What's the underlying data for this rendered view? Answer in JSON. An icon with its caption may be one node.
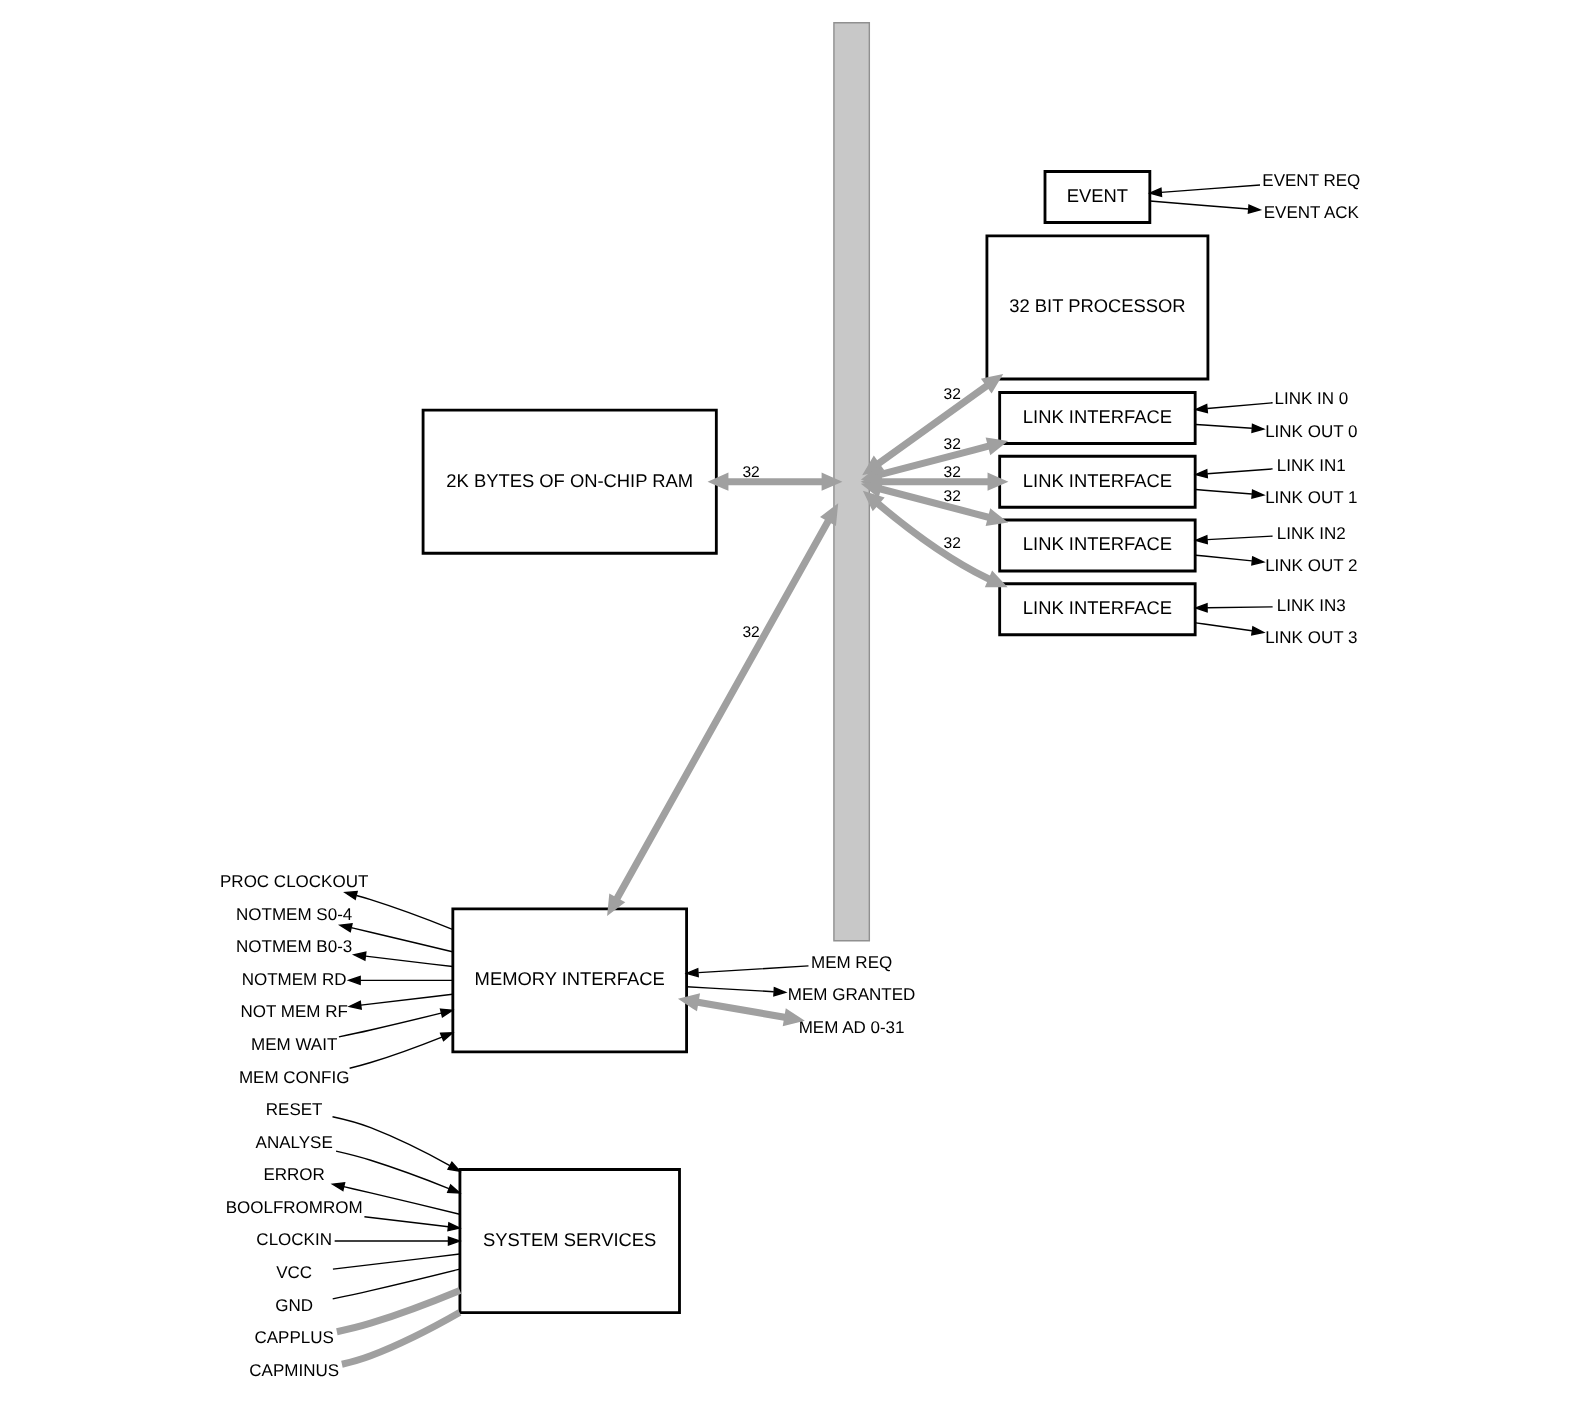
{
  "diagram": {
    "nodes": [
      {
        "text": [
          "SYSTEM SERVICES"
        ]
      },
      {
        "text": [
          "32 BIT PROCESSOR"
        ]
      },
      {
        "text": [
          "2K BYTES OF ON-CHIP RAM"
        ]
      },
      {
        "text": [
          "LINK INTERFACE"
        ]
      },
      {
        "text": [
          "LINK INTERFACE"
        ]
      },
      {
        "text": [
          "LINK INTERFACE"
        ]
      },
      {
        "text": [
          "LINK INTERFACE"
        ]
      },
      {
        "text": [
          "EVENT"
        ]
      },
      {
        "text": [
          "MEMORY INTERFACE"
        ]
      },
      {
        "text": [],
        "shape": "bar"
      },
      {
        "text": [
          "RESET"
        ]
      },
      {
        "text": [
          "ANALYSE"
        ]
      },
      {
        "text": [
          "ERROR"
        ]
      },
      {
        "text": [
          "BOOLFROMROM"
        ]
      },
      {
        "text": [
          "CLOCKIN"
        ]
      },
      {
        "text": [
          "VCC"
        ]
      },
      {
        "text": [
          "GND"
        ]
      },
      {
        "text": [
          "CAPPLUS"
        ]
      },
      {
        "text": [
          "CAPMINUS"
        ]
      },
      {
        "text": [
          "LINK IN 0"
        ]
      },
      {
        "text": [
          "LINK OUT 0"
        ]
      },
      {
        "text": [
          "LINK IN1"
        ]
      },
      {
        "text": [
          "LINK OUT 1"
        ]
      },
      {
        "text": [
          "LINK IN2"
        ]
      },
      {
        "text": [
          "LINK OUT 2"
        ]
      },
      {
        "text": [
          "LINK IN3"
        ]
      },
      {
        "text": [
          "LINK OUT 3"
        ]
      },
      {
        "text": [
          "EVENT REQ"
        ]
      },
      {
        "text": [
          "EVENT ACK"
        ]
      },
      {
        "text": [
          "PROC CLOCKOUT"
        ]
      },
      {
        "text": [
          "NOTMEM S0-4"
        ]
      },
      {
        "text": [
          "NOTMEM B0-3"
        ]
      },
      {
        "text": [
          "NOTMEM RD"
        ]
      },
      {
        "text": [
          "NOT MEM RF"
        ]
      },
      {
        "text": [
          "MEM WAIT"
        ]
      },
      {
        "text": [
          "MEM CONFIG"
        ]
      },
      {
        "text": [
          "MEM REQ"
        ]
      },
      {
        "text": [
          "MEM GRANTED"
        ]
      },
      {
        "text": [
          "MEM AD 0-31"
        ]
      }
    ],
    "edges": [
      {
        "from": 9,
        "to": 1,
        "arrow": "both",
        "label": "32",
        "style": "thick",
        "color": "#a0a0a0"
      },
      {
        "from": 9,
        "to": 3,
        "arrow": "both",
        "label": "32",
        "style": "thick",
        "color": "#a0a0a0"
      },
      {
        "from": 9,
        "to": 4,
        "arrow": "both",
        "label": "32",
        "style": "thick",
        "color": "#a0a0a0"
      },
      {
        "from": 9,
        "to": 5,
        "arrow": "both",
        "label": "32",
        "style": "thick",
        "color": "#a0a0a0"
      },
      {
        "from": 9,
        "to": 6,
        "arrow": "both",
        "label": "32",
        "style": "thick",
        "color": "#a0a0a0"
      },
      {
        "from": 2,
        "to": 9,
        "arrow": "both",
        "label": "32",
        "style": "thick",
        "color": "#a0a0a0"
      },
      {
        "from": 8,
        "to": 9,
        "arrow": "both",
        "label": "32",
        "style": "thick",
        "color": "#a0a0a0"
      },
      {
        "from": 10,
        "to": 0,
        "arrow": "to"
      },
      {
        "from": 11,
        "to": 0,
        "arrow": "to"
      },
      {
        "from": 0,
        "to": 12,
        "arrow": "to"
      },
      {
        "from": 13,
        "to": 0,
        "arrow": "to"
      },
      {
        "from": 14,
        "to": 0,
        "arrow": "to"
      },
      {
        "from": 15,
        "to": 0,
        "arrow": "none"
      },
      {
        "from": 16,
        "to": 0,
        "arrow": "none"
      },
      {
        "from": 17,
        "to": 0,
        "arrow": "none",
        "style": "thick",
        "color": "#a0a0a0"
      },
      {
        "from": 18,
        "to": 0,
        "arrow": "none",
        "style": "thick",
        "color": "#a0a0a0"
      },
      {
        "from": 19,
        "to": 3,
        "arrow": "to"
      },
      {
        "from": 3,
        "to": 20,
        "arrow": "to"
      },
      {
        "from": 21,
        "to": 4,
        "arrow": "to"
      },
      {
        "from": 4,
        "to": 22,
        "arrow": "to"
      },
      {
        "from": 23,
        "to": 5,
        "arrow": "to"
      },
      {
        "from": 5,
        "to": 24,
        "arrow": "to"
      },
      {
        "from": 25,
        "to": 6,
        "arrow": "to"
      },
      {
        "from": 6,
        "to": 26,
        "arrow": "to"
      },
      {
        "from": 27,
        "to": 7,
        "arrow": "to"
      },
      {
        "from": 7,
        "to": 28,
        "arrow": "to"
      },
      {
        "from": 8,
        "to": 29,
        "arrow": "to"
      },
      {
        "from": 8,
        "to": 30,
        "arrow": "to"
      },
      {
        "from": 8,
        "to": 31,
        "arrow": "to"
      },
      {
        "from": 8,
        "to": 32,
        "arrow": "to"
      },
      {
        "from": 8,
        "to": 33,
        "arrow": "to"
      },
      {
        "from": 34,
        "to": 8,
        "arrow": "to"
      },
      {
        "from": 35,
        "to": 8,
        "arrow": "to"
      },
      {
        "from": 36,
        "to": 8,
        "arrow": "to"
      },
      {
        "from": 8,
        "to": 37,
        "arrow": "to"
      },
      {
        "from": 8,
        "to": 38,
        "arrow": "both",
        "style": "thick",
        "color": "#a0a0a0"
      }
    ]
  }
}
